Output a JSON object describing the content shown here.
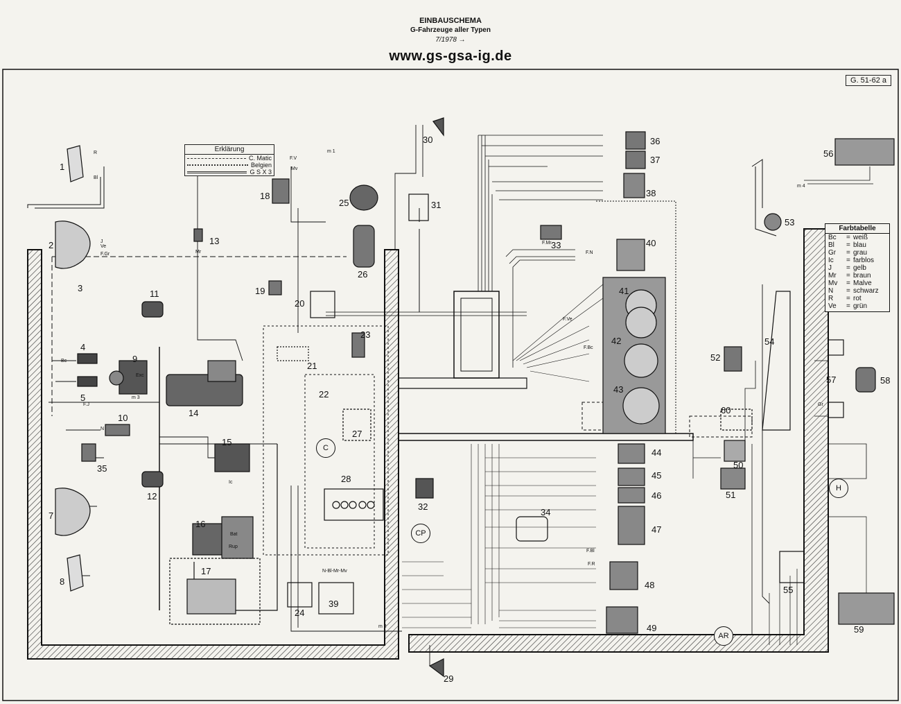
{
  "header": {
    "title": "EINBAUSCHEMA",
    "subtitle": "G-Fahrzeuge aller Typen",
    "date": "7/1978 →",
    "url": "www.gs-gsa-ig.de"
  },
  "ref_code": "G. 51-62 a",
  "legend": {
    "title": "Erklärung",
    "items": [
      "C. Matic",
      "Belgien",
      "G S X 3"
    ]
  },
  "color_table": {
    "title": "Farbtabelle",
    "rows": [
      {
        "code": "Bc",
        "name": "weiß"
      },
      {
        "code": "Bl",
        "name": "blau"
      },
      {
        "code": "Gr",
        "name": "grau"
      },
      {
        "code": "Ic",
        "name": "farblos"
      },
      {
        "code": "J",
        "name": "gelb"
      },
      {
        "code": "Mr",
        "name": "braun"
      },
      {
        "code": "Mv",
        "name": "Malve"
      },
      {
        "code": "N",
        "name": "schwarz"
      },
      {
        "code": "R",
        "name": "rot"
      },
      {
        "code": "Ve",
        "name": "grün"
      }
    ]
  },
  "zones": [
    "C",
    "CP",
    "H",
    "AR"
  ],
  "component_numbers": [
    "1",
    "2",
    "3",
    "4",
    "5",
    "7",
    "8",
    "9",
    "10",
    "11",
    "12",
    "13",
    "14",
    "15",
    "16",
    "17",
    "18",
    "19",
    "20",
    "21",
    "22",
    "23",
    "24",
    "25",
    "26",
    "27",
    "28",
    "29",
    "30",
    "31",
    "32",
    "33",
    "34",
    "35",
    "36",
    "37",
    "38",
    "39",
    "40",
    "41",
    "42",
    "43",
    "44",
    "45",
    "46",
    "47",
    "48",
    "49",
    "50",
    "51",
    "52",
    "53",
    "54",
    "55",
    "56",
    "57",
    "58",
    "59",
    "60"
  ],
  "wire_labels": [
    "R",
    "Bl",
    "J",
    "Ve",
    "F.Gr",
    "Bc",
    "N",
    "Mr",
    "F.V",
    "Mv",
    "F.J",
    "m 1",
    "m 2",
    "m 3",
    "m 4",
    "Gr",
    "Ic",
    "F.Mr",
    "F.N",
    "F.Ve",
    "F.Bl",
    "F.R",
    "F.Bc",
    "Exc",
    "Bat",
    "Rup",
    "N-Bl-Mr-Mv"
  ],
  "colors": {
    "ink": "#111111",
    "paper": "#f4f3ee"
  }
}
